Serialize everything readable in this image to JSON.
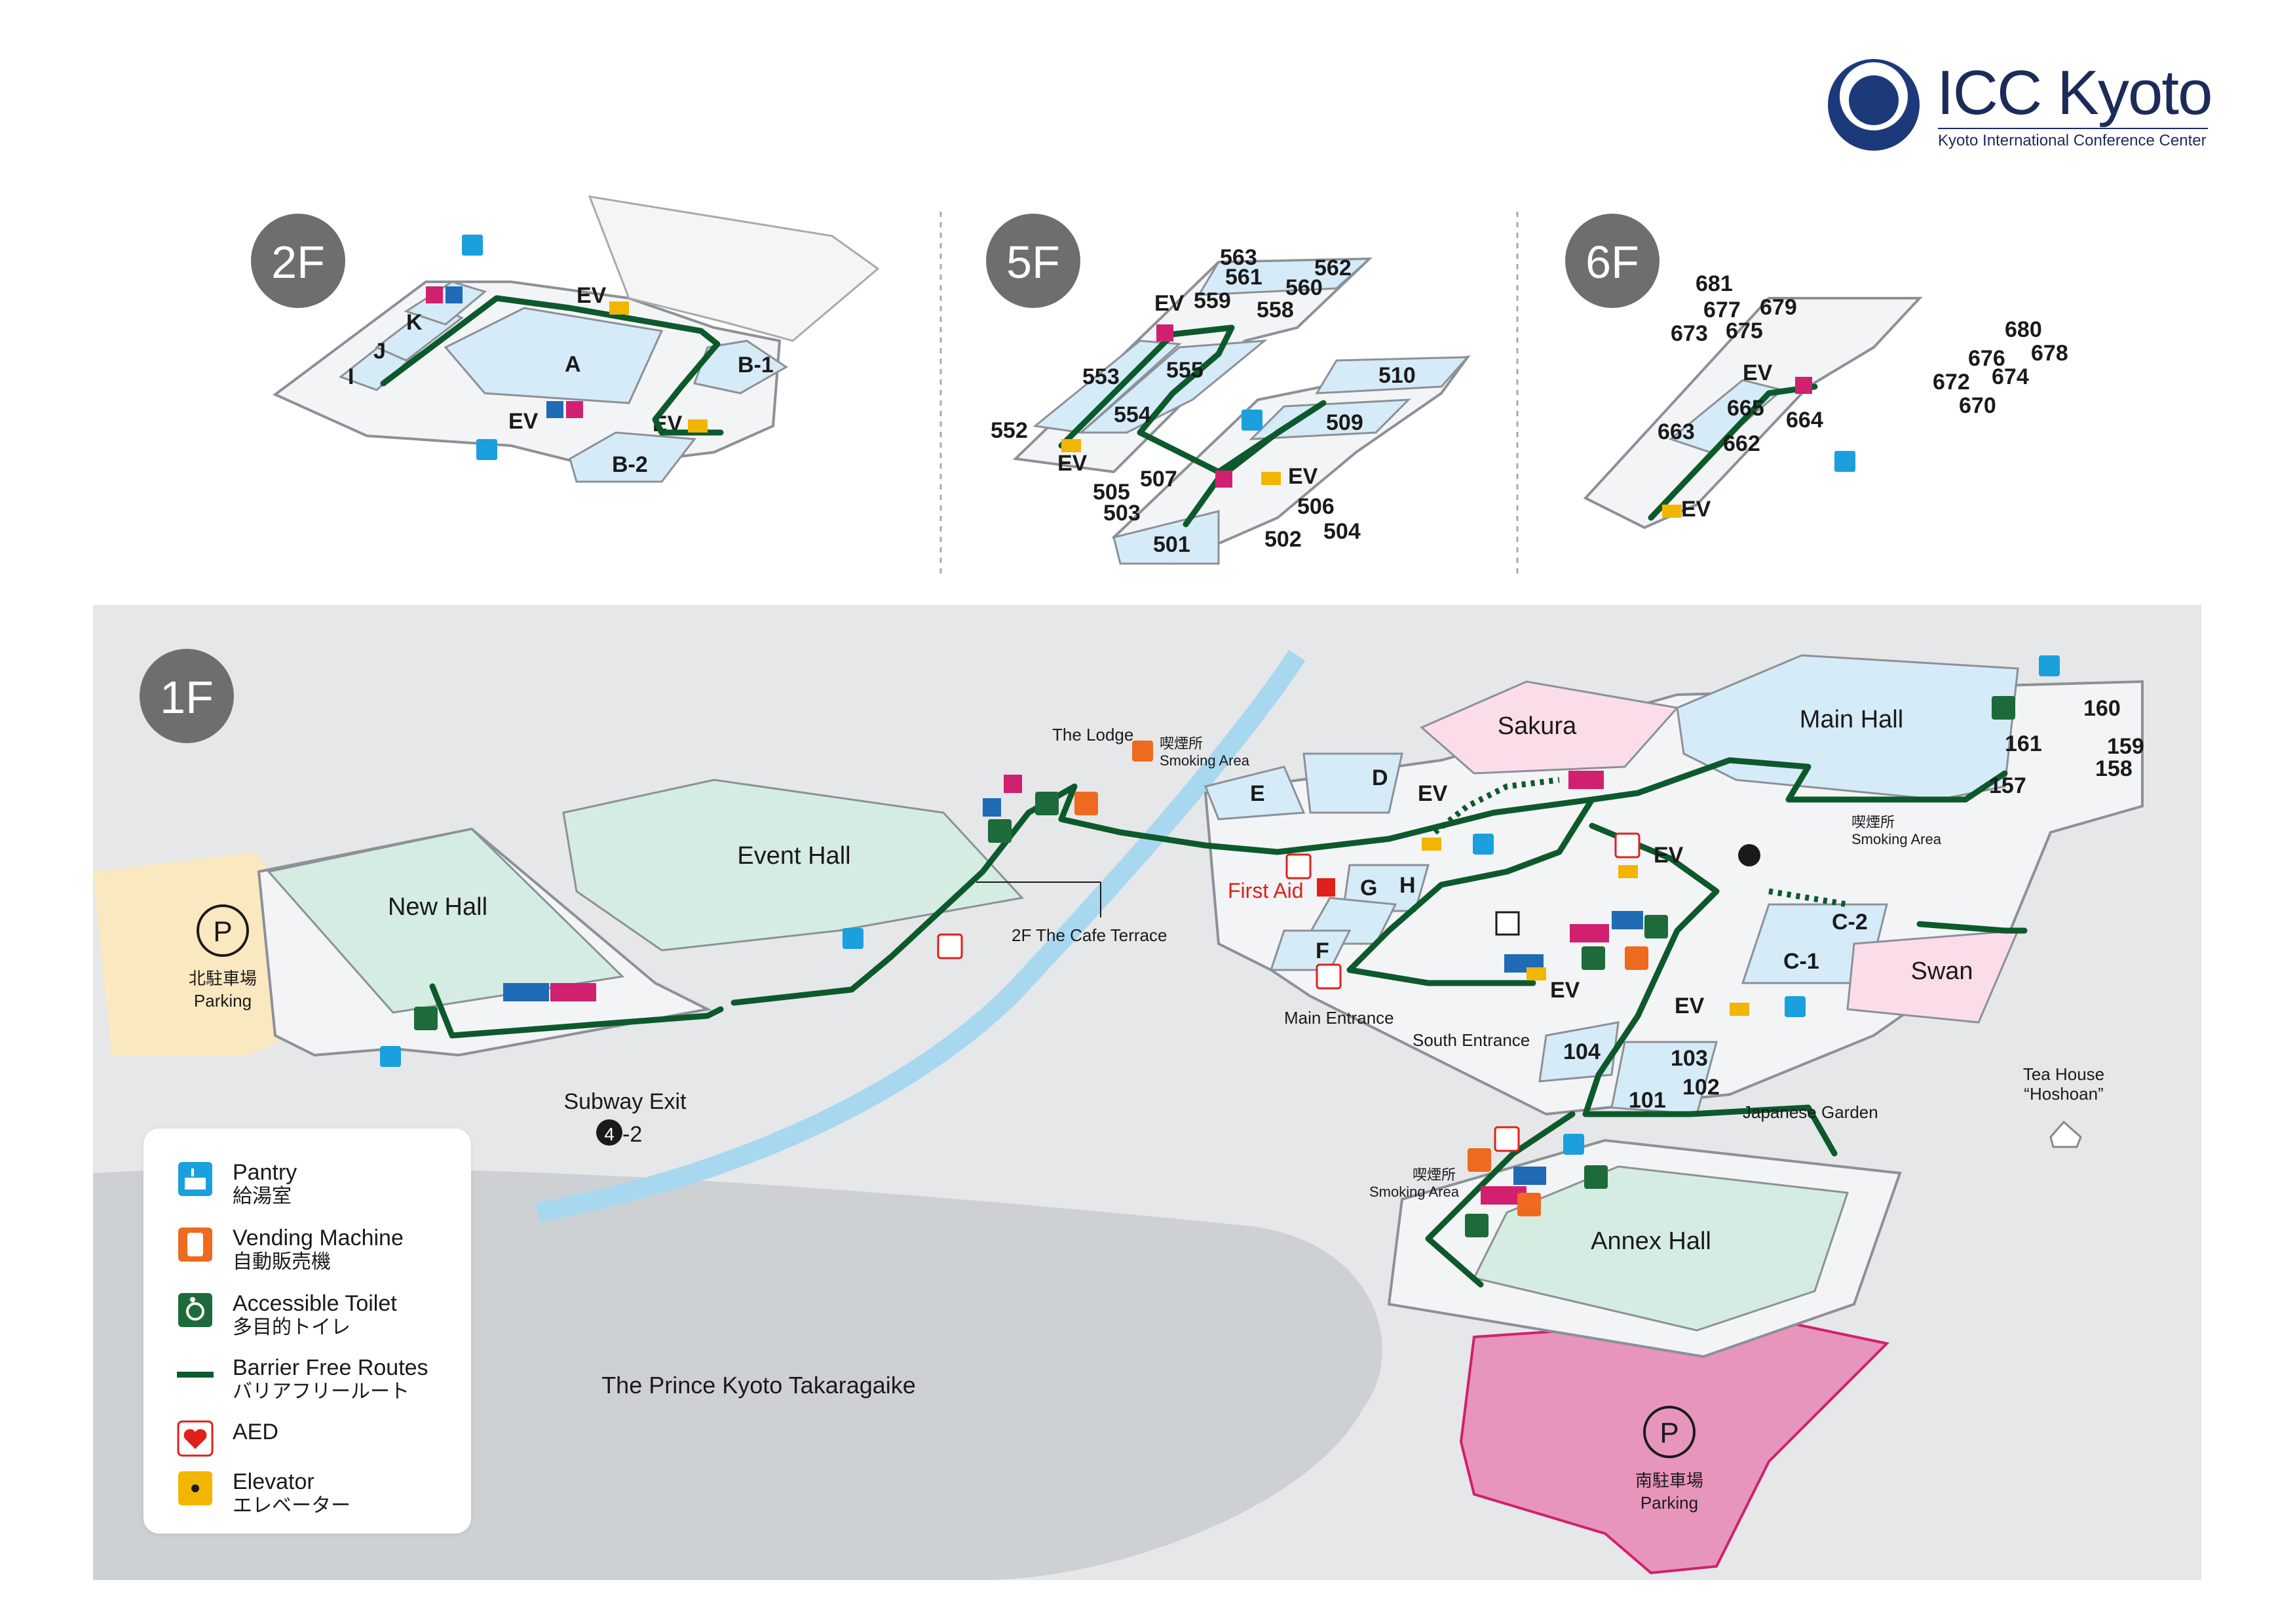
{
  "logo": {
    "title": "ICC Kyoto",
    "subtitle": "Kyoto International Conference Center",
    "brand_color": "#1c3a7a"
  },
  "floors": {
    "f2": "2F",
    "f5": "5F",
    "f6": "6F",
    "f1": "1F"
  },
  "floor2": {
    "rooms": {
      "i": "I",
      "j": "J",
      "k": "K",
      "a": "A",
      "b1": "B-1",
      "b2": "B-2"
    },
    "ev": "EV"
  },
  "floor5": {
    "rooms": [
      "563",
      "562",
      "561",
      "560",
      "559",
      "558",
      "553",
      "555",
      "554",
      "552",
      "510",
      "509",
      "507",
      "505",
      "503",
      "506",
      "504",
      "501",
      "502"
    ],
    "ev": "EV"
  },
  "floor6": {
    "rooms": [
      "681",
      "677",
      "679",
      "673",
      "675",
      "680",
      "678",
      "676",
      "674",
      "672",
      "670",
      "665",
      "664",
      "663",
      "662"
    ],
    "ev": "EV"
  },
  "floor1": {
    "halls": {
      "new_hall": "New Hall",
      "event_hall": "Event Hall",
      "sakura": "Sakura",
      "main_hall": "Main Hall",
      "swan": "Swan",
      "annex_hall": "Annex Hall"
    },
    "rooms": {
      "d": "D",
      "e": "E",
      "g": "G",
      "h": "H",
      "f": "F",
      "c1": "C-1",
      "c2": "C-2",
      "r160": "160",
      "r159": "159",
      "r161": "161",
      "r158": "158",
      "r157": "157",
      "r104": "104",
      "r103": "103",
      "r102": "102",
      "r101": "101"
    },
    "ev": "EV",
    "labels": {
      "the_lodge": "The Lodge",
      "smoking_jp": "喫煙所",
      "smoking_en": "Smoking Area",
      "cafe_terrace": "2F The Cafe Terrace",
      "first_aid": "First Aid",
      "main_entrance": "Main Entrance",
      "south_entrance": "South Entrance",
      "subway_exit": "Subway Exit",
      "subway_num": "4",
      "subway_sub": "-2",
      "japanese_garden": "Japanese Garden",
      "tea_house": "Tea House",
      "tea_house_name": "“Hoshoan”",
      "prince": "The Prince Kyoto Takaragaike",
      "north_parking_jp": "北駐車場",
      "north_parking_en": "Parking",
      "south_parking_jp": "南駐車場",
      "south_parking_en": "Parking",
      "parking_symbol": "P"
    }
  },
  "legend": [
    {
      "icon": "pantry-icon",
      "en": "Pantry",
      "jp": "給湯室",
      "color": "#1aa0dc"
    },
    {
      "icon": "vending-machine-icon",
      "en": "Vending Machine",
      "jp": "自動販売機",
      "color": "#ee6a1f"
    },
    {
      "icon": "accessible-toilet-icon",
      "en": "Accessible Toilet",
      "jp": "多目的トイレ",
      "color": "#1d6b3a"
    },
    {
      "icon": "barrier-free-route-icon",
      "en": "Barrier Free Routes",
      "jp": "バリアフリールート",
      "color": "#0c5a2c"
    },
    {
      "icon": "aed-icon",
      "en": "AED",
      "jp": "",
      "color": "#e0201b"
    },
    {
      "icon": "elevator-icon",
      "en": "Elevator",
      "jp": "エレベーター",
      "color": "#f2b600"
    }
  ],
  "colors": {
    "toilet_pink": "#d1206f",
    "toilet_blue": "#1f6bb5",
    "room_blue": "#d6ebf8",
    "room_green": "#d5ece2",
    "room_pink": "#fbdde9",
    "parking_pink": "#e795bd",
    "parking_yellow": "#fde7b8"
  }
}
